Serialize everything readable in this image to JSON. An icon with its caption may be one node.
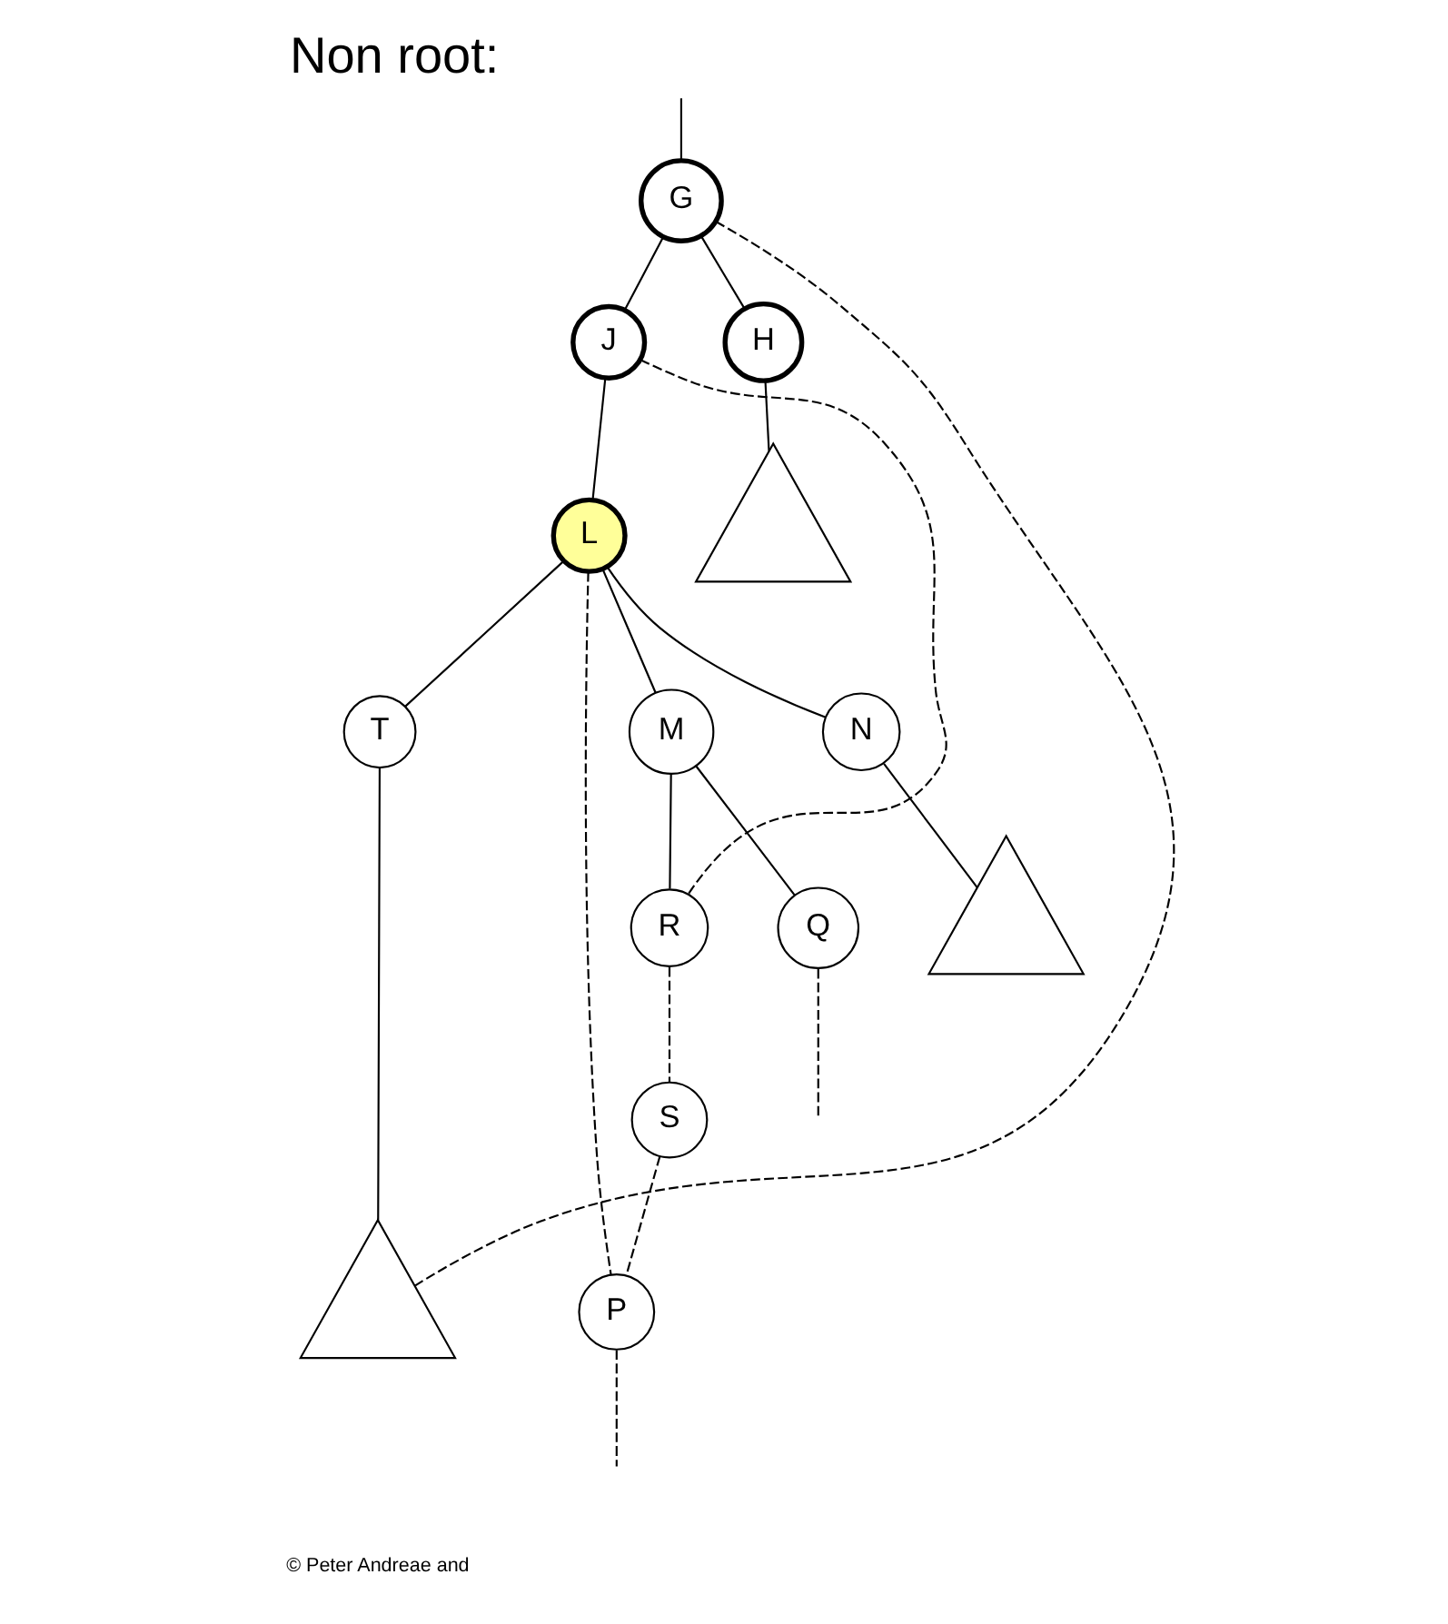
{
  "diagram": {
    "title": "Non root:",
    "nodes": [
      {
        "text": [
          "G"
        ]
      },
      {
        "text": [
          "H"
        ]
      },
      {
        "text": [
          "J"
        ]
      },
      {
        "text": [],
        "shape": "triangle"
      },
      {
        "text": [
          "L"
        ]
      },
      {
        "text": [
          "M"
        ]
      },
      {
        "text": [
          "N"
        ]
      },
      {
        "text": [
          "T"
        ]
      },
      {
        "text": [
          "R"
        ]
      },
      {
        "text": [
          "Q"
        ]
      },
      {
        "text": [
          "S"
        ]
      },
      {
        "text": [
          "P"
        ]
      },
      {
        "text": [],
        "shape": "triangle"
      },
      {
        "text": [],
        "shape": "triangle"
      }
    ],
    "edges": [
      {
        "from": null,
        "to": 0,
        "arrow": "none"
      },
      {
        "from": 0,
        "to": 1,
        "arrow": "none"
      },
      {
        "from": 0,
        "to": 2,
        "arrow": "none"
      },
      {
        "from": 0,
        "to": 13,
        "arrow": "none",
        "style": "dashed"
      },
      {
        "from": 1,
        "to": 3,
        "arrow": "none"
      },
      {
        "from": 2,
        "to": 4,
        "arrow": "none"
      },
      {
        "from": 2,
        "to": 8,
        "arrow": "none",
        "style": "dashed"
      },
      {
        "from": 4,
        "to": 5,
        "arrow": "none"
      },
      {
        "from": 4,
        "to": 6,
        "arrow": "none"
      },
      {
        "from": 4,
        "to": 7,
        "arrow": "none"
      },
      {
        "from": 4,
        "to": 11,
        "arrow": "none",
        "style": "dashed"
      },
      {
        "from": 5,
        "to": 9,
        "arrow": "none"
      },
      {
        "from": 5,
        "to": 8,
        "arrow": "none"
      },
      {
        "from": 6,
        "to": 12,
        "arrow": "none"
      },
      {
        "from": 7,
        "to": 13,
        "arrow": "none"
      },
      {
        "from": 8,
        "to": 10,
        "arrow": "none",
        "style": "dashed"
      },
      {
        "from": 10,
        "to": 11,
        "arrow": "none",
        "style": "dashed"
      },
      {
        "from": 9,
        "to": null,
        "arrow": "none",
        "style": "dashed"
      },
      {
        "from": 11,
        "to": null,
        "arrow": "none",
        "style": "dashed"
      }
    ],
    "labels": [
      "© Peter Andreae and"
    ]
  }
}
